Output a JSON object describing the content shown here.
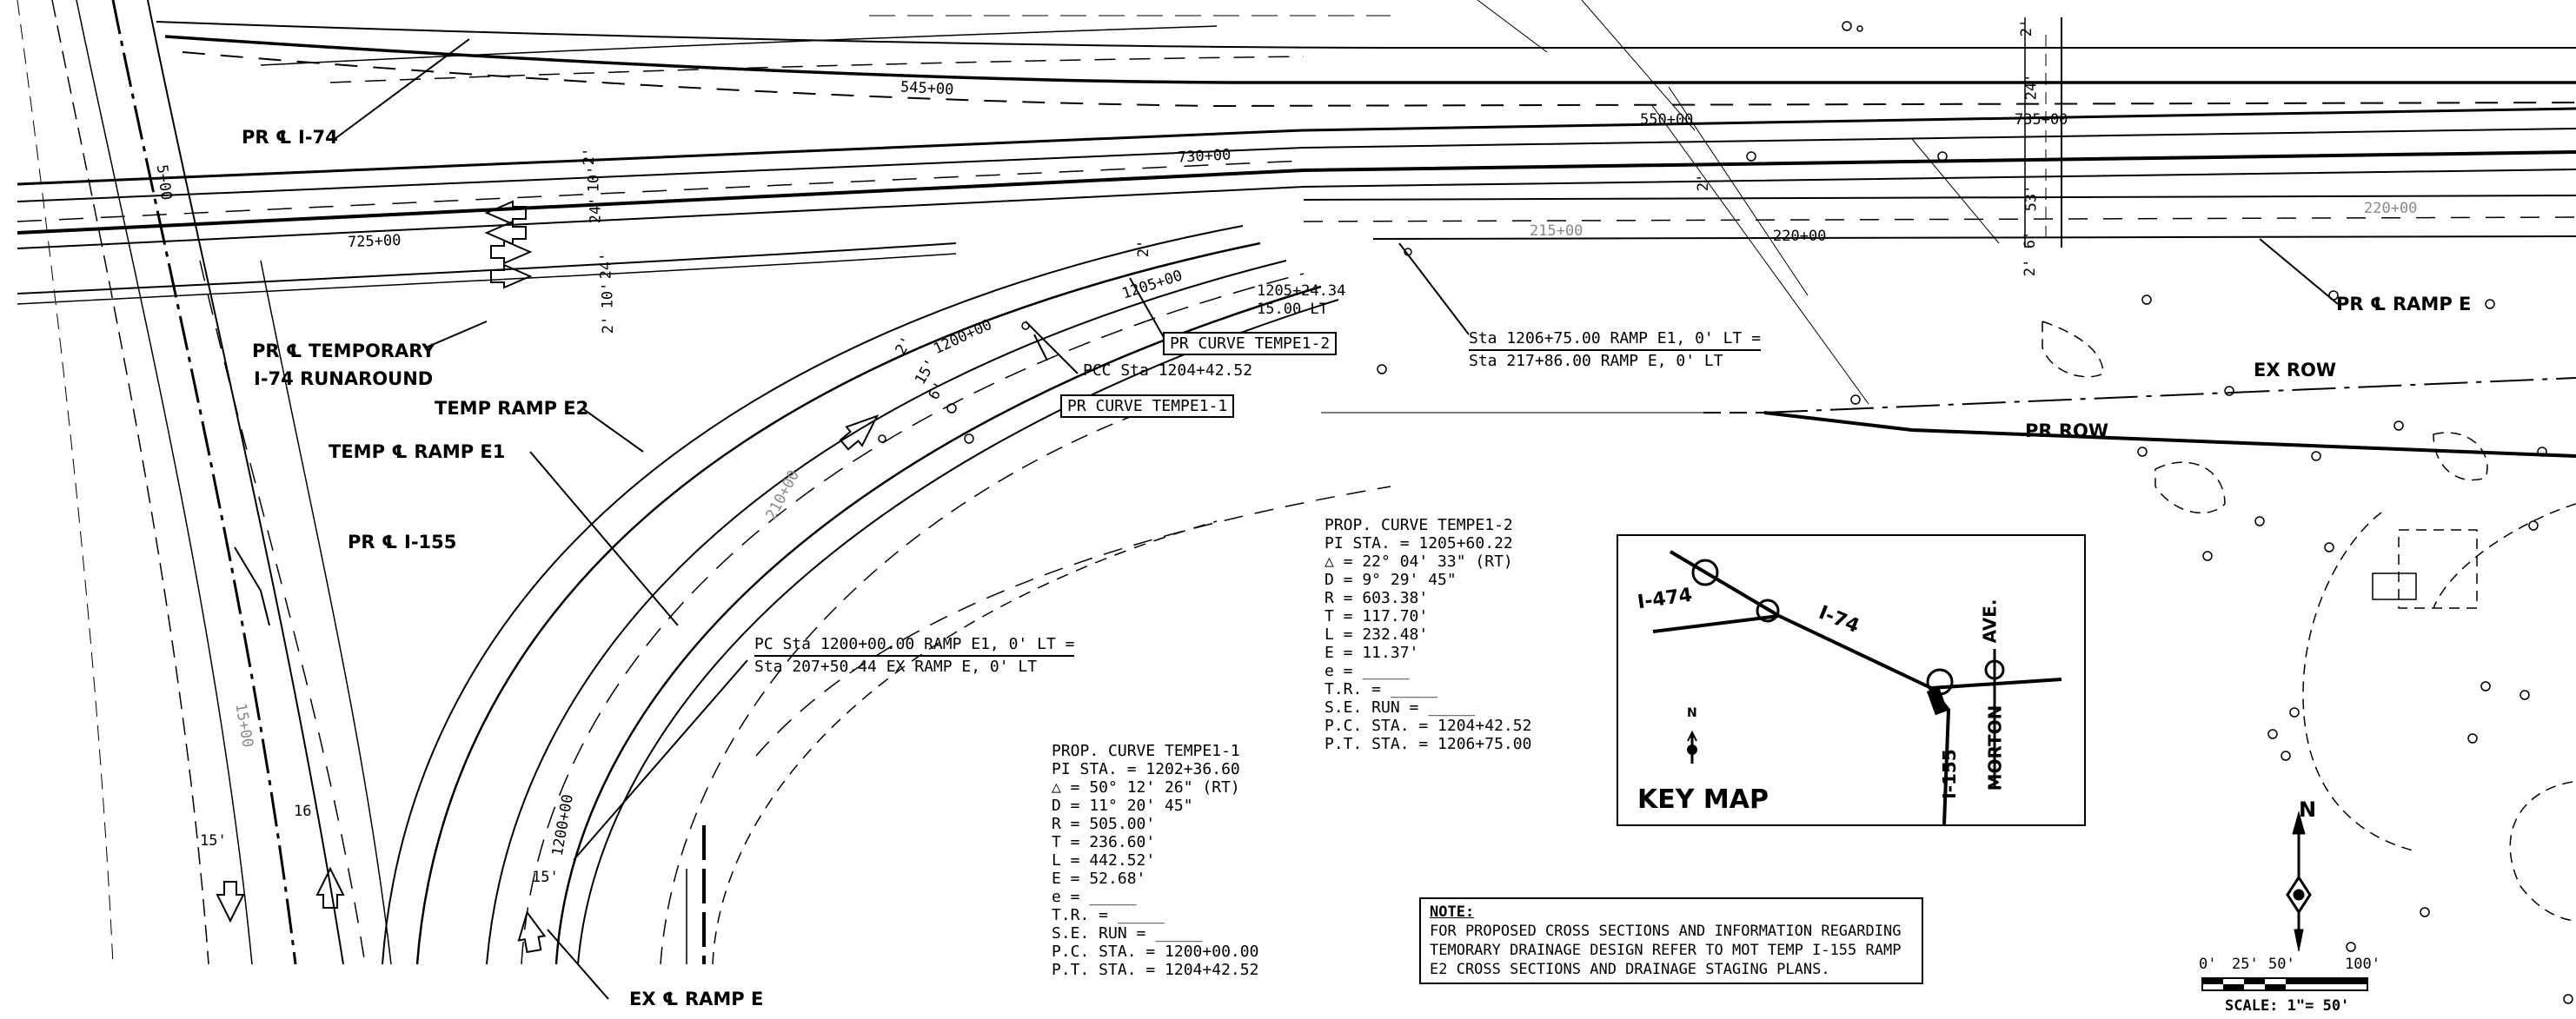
{
  "labels": {
    "pr_cl_i74": "PR ℄ I-74",
    "pr_cl_temporary": "PR ℄ TEMPORARY",
    "runaround": "I-74 RUNAROUND",
    "temp_ramp_e2": "TEMP RAMP E2",
    "temp_cl_ramp_e1": "TEMP ℄ RAMP E1",
    "pr_cl_i155": "PR ℄ I-155",
    "pr_cl_ramp_e": "PR ℄ RAMP E",
    "ex_row": "EX ROW",
    "pr_row": "PR ROW",
    "ex_cl_ramp_e": "EX ℄ RAMP E"
  },
  "stations": {
    "s545": "545+00",
    "s550": "550+00",
    "s735": "735+00",
    "s730": "730+00",
    "s725": "725+00",
    "s220": "220+00",
    "s215": "215+00",
    "s210": "210+00",
    "s5": "5+00",
    "s15": "15+00",
    "s1205a": "1205+00",
    "s1200": "1200+00",
    "s1200b": "1200+00",
    "s1205b": "1205+24.34",
    "s15lt": "15.00 LT",
    "pcc": "PCC Sta 1204+42.52"
  },
  "dims": {
    "d2a": "2'",
    "d10": "10'",
    "d24a": "24'",
    "d24b": "24'",
    "d10b": "10'",
    "d2b": "2'",
    "d2c": "2'",
    "d24c": "24'",
    "d2d": "2'",
    "d53": "53'",
    "d6": "6'",
    "d2e": "2'",
    "d15a": "15'",
    "d16": "16'",
    "d2f": "2'",
    "d15b": "15'",
    "d6b": "6'",
    "d2g": "2'",
    "d15c": "15'"
  },
  "boxes": {
    "curve2": "PR CURVE TEMPE1-2",
    "curve1": "PR CURVE TEMPE1-1"
  },
  "callouts": {
    "c1_line1": "Sta 1206+75.00 RAMP E1, 0' LT =",
    "c1_line2": "Sta 217+86.00 RAMP E, 0' LT",
    "c2_line1": "PC Sta 1200+00.00 RAMP E1, 0' LT =",
    "c2_line2": "Sta 207+50.44 EX RAMP E, 0' LT"
  },
  "curve2": [
    "PROP. CURVE TEMPE1-2",
    "PI STA. = 1205+60.22",
    "△ = 22° 04' 33\" (RT)",
    "D = 9° 29' 45\"",
    "R = 603.38'",
    "T = 117.70'",
    "L = 232.48'",
    "E = 11.37'",
    "e = _____",
    "T.R. = _____",
    "S.E. RUN = _____",
    "P.C. STA. = 1204+42.52",
    "P.T. STA. = 1206+75.00"
  ],
  "curve1": [
    "PROP. CURVE TEMPE1-1",
    "PI STA. = 1202+36.60",
    "△ = 50° 12' 26\" (RT)",
    "D = 11° 20' 45\"",
    "R = 505.00'",
    "T = 236.60'",
    "L = 442.52'",
    "E = 52.68'",
    "e = _____",
    "T.R. = _____",
    "S.E. RUN = _____",
    "P.C. STA. = 1200+00.00",
    "P.T. STA. = 1204+42.52"
  ],
  "keymap": {
    "title": "KEY MAP",
    "i474": "I-474",
    "i74": "I-74",
    "ave": "AVE.",
    "morton": "MORTON",
    "i155": "I-155",
    "north": "N"
  },
  "note": {
    "title": "NOTE:",
    "body": "FOR PROPOSED CROSS SECTIONS AND INFORMATION REGARDING TEMORARY DRAINAGE DESIGN REFER TO MOT TEMP I-155 RAMP E2 CROSS SECTIONS AND DRAINAGE STAGING PLANS."
  },
  "scale": {
    "t0": "0'",
    "t25": "25'",
    "t50": "50'",
    "t100": "100'",
    "text": "SCALE: 1\"= 50'",
    "north": "N"
  }
}
